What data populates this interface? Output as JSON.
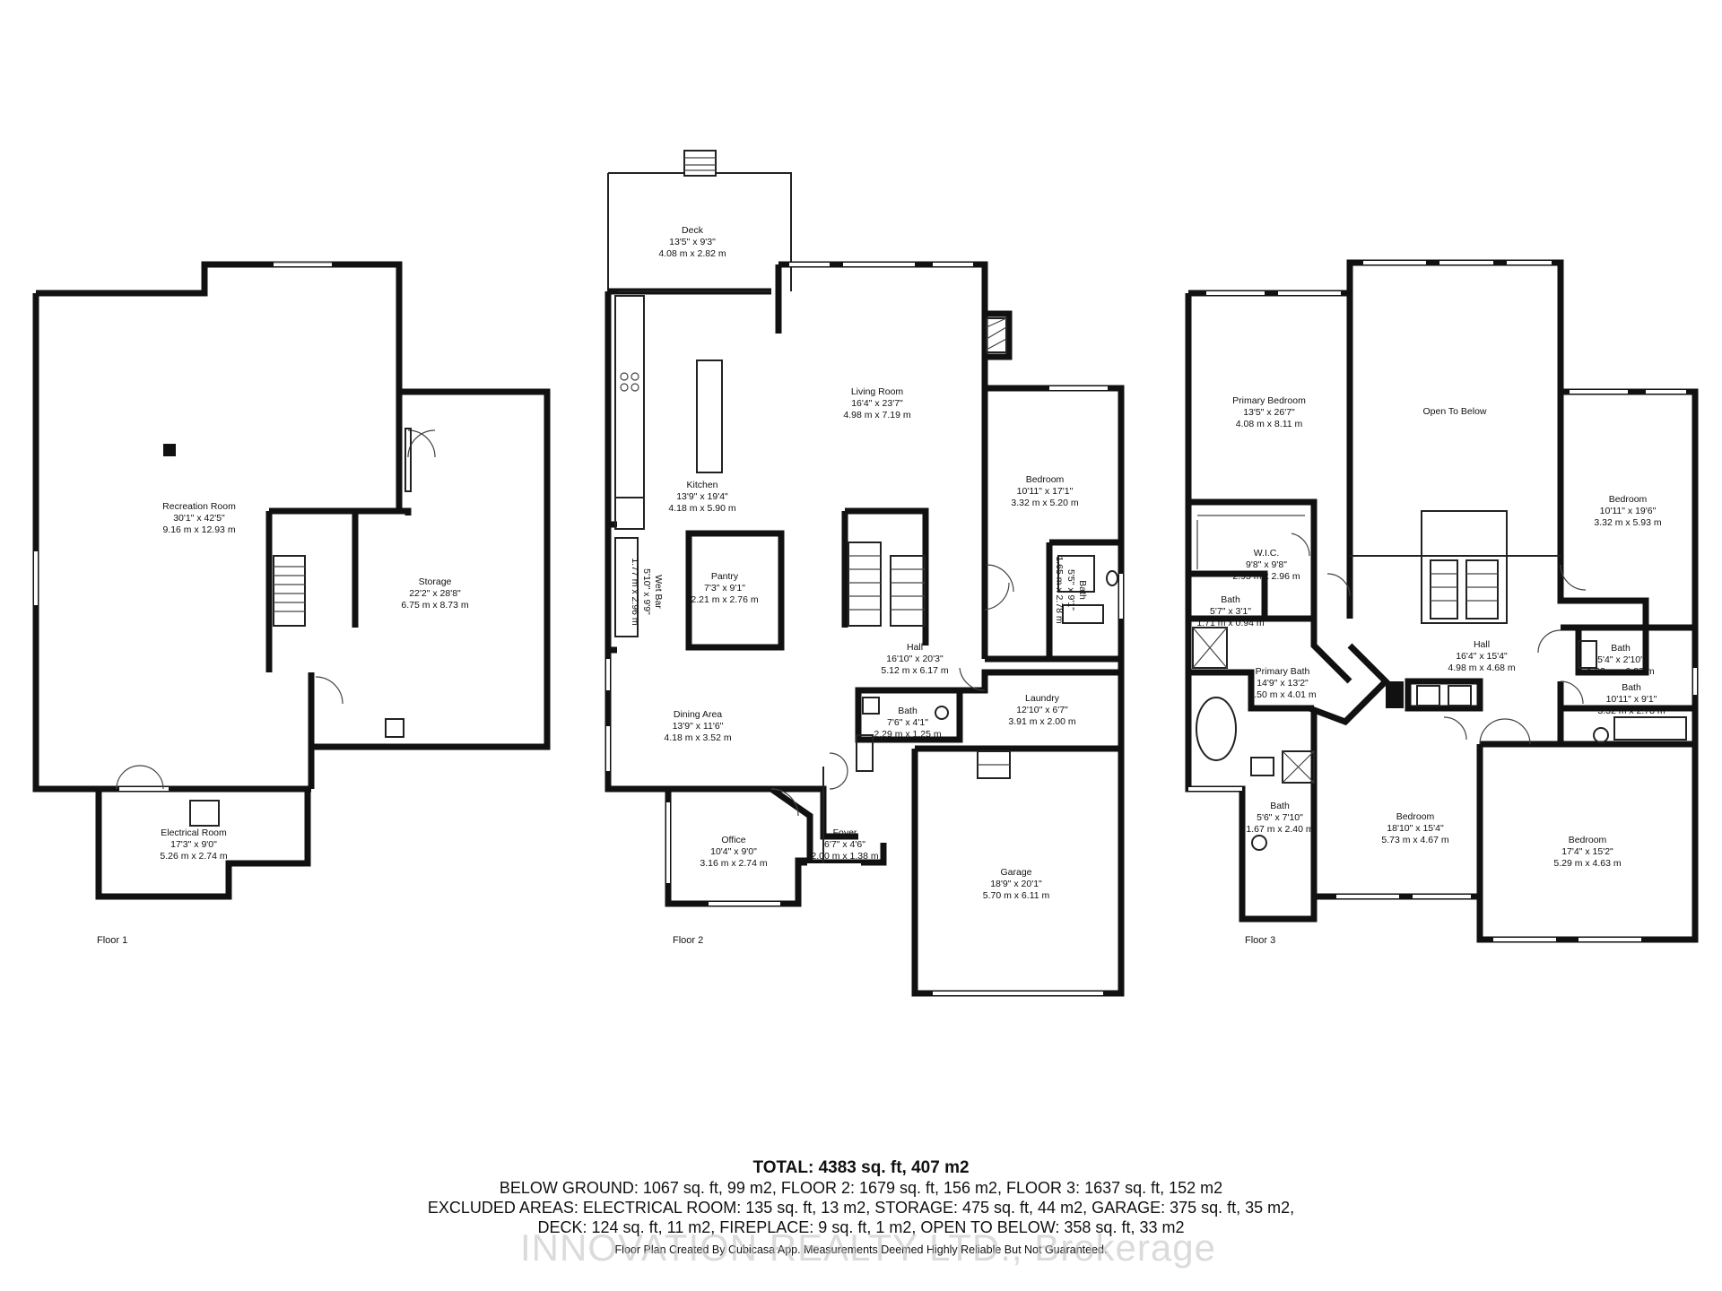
{
  "floors": [
    {
      "label": "Floor 1"
    },
    {
      "label": "Floor 2"
    },
    {
      "label": "Floor 3"
    }
  ],
  "rooms": [
    {
      "id": "recreation-room",
      "name": "Recreation Room",
      "imperial": "30'1\" x 42'5\"",
      "metric": "9.16 m x 12.93 m"
    },
    {
      "id": "storage",
      "name": "Storage",
      "imperial": "22'2\" x 28'8\"",
      "metric": "6.75 m x 8.73 m"
    },
    {
      "id": "electrical-room",
      "name": "Electrical Room",
      "imperial": "17'3\" x 9'0\"",
      "metric": "5.26 m x 2.74 m"
    },
    {
      "id": "deck",
      "name": "Deck",
      "imperial": "13'5\" x 9'3\"",
      "metric": "4.08 m x 2.82 m"
    },
    {
      "id": "living-room",
      "name": "Living Room",
      "imperial": "16'4\" x 23'7\"",
      "metric": "4.98 m x 7.19 m"
    },
    {
      "id": "kitchen",
      "name": "Kitchen",
      "imperial": "13'9\" x 19'4\"",
      "metric": "4.18 m x 5.90 m"
    },
    {
      "id": "pantry",
      "name": "Pantry",
      "imperial": "7'3\" x 9'1\"",
      "metric": "2.21 m x 2.76 m"
    },
    {
      "id": "wet-bar",
      "name": "Wet Bar",
      "imperial": "5'10\" x 9'9\"",
      "metric": "1.77 m x 2.96 m"
    },
    {
      "id": "bedroom-f2",
      "name": "Bedroom",
      "imperial": "10'11\" x 17'1\"",
      "metric": "3.32 m x 5.20 m"
    },
    {
      "id": "bath-f2-ensuite",
      "name": "Bath",
      "imperial": "5'5\" x 9'1\"",
      "metric": "1.65 m x 2.78 m"
    },
    {
      "id": "hall-f2",
      "name": "Hall",
      "imperial": "16'10\" x 20'3\"",
      "metric": "5.12 m x 6.17 m"
    },
    {
      "id": "bath-f2-powder",
      "name": "Bath",
      "imperial": "7'6\" x 4'1\"",
      "metric": "2.29 m x 1.25 m"
    },
    {
      "id": "laundry",
      "name": "Laundry",
      "imperial": "12'10\" x 6'7\"",
      "metric": "3.91 m x 2.00 m"
    },
    {
      "id": "dining-area",
      "name": "Dining Area",
      "imperial": "13'9\" x 11'6\"",
      "metric": "4.18 m x 3.52 m"
    },
    {
      "id": "office",
      "name": "Office",
      "imperial": "10'4\" x 9'0\"",
      "metric": "3.16 m x 2.74 m"
    },
    {
      "id": "foyer",
      "name": "Foyer",
      "imperial": "6'7\" x 4'6\"",
      "metric": "2.00 m x 1.38 m"
    },
    {
      "id": "garage",
      "name": "Garage",
      "imperial": "18'9\" x 20'1\"",
      "metric": "5.70 m x 6.11 m"
    },
    {
      "id": "primary-bedroom",
      "name": "Primary Bedroom",
      "imperial": "13'5\" x 26'7\"",
      "metric": "4.08 m x 8.11 m"
    },
    {
      "id": "open-to-below",
      "name": "Open To Below",
      "imperial": "",
      "metric": ""
    },
    {
      "id": "bedroom-f3-a",
      "name": "Bedroom",
      "imperial": "10'11\" x 19'6\"",
      "metric": "3.32 m x 5.93 m"
    },
    {
      "id": "wic",
      "name": "W.I.C.",
      "imperial": "9'8\" x 9'8\"",
      "metric": "2.95 m x 2.96 m"
    },
    {
      "id": "bath-f3-wc",
      "name": "Bath",
      "imperial": "5'7\" x 3'1\"",
      "metric": "1.71 m x 0.94 m"
    },
    {
      "id": "primary-bath",
      "name": "Primary Bath",
      "imperial": "14'9\" x 13'2\"",
      "metric": "4.50 m x 4.01 m"
    },
    {
      "id": "hall-f3",
      "name": "Hall",
      "imperial": "16'4\" x 15'4\"",
      "metric": "4.98 m x 4.68 m"
    },
    {
      "id": "bath-f3-small",
      "name": "Bath",
      "imperial": "5'4\" x 2'10\"",
      "metric": "1.63 m x 0.87 m"
    },
    {
      "id": "bath-f3-right",
      "name": "Bath",
      "imperial": "10'11\" x 9'1\"",
      "metric": "3.32 m x 2.78 m"
    },
    {
      "id": "bath-f3-left",
      "name": "Bath",
      "imperial": "5'6\" x 7'10\"",
      "metric": "1.67 m x 2.40 m"
    },
    {
      "id": "bedroom-f3-b",
      "name": "Bedroom",
      "imperial": "18'10\" x 15'4\"",
      "metric": "5.73 m x 4.67 m"
    },
    {
      "id": "bedroom-f3-c",
      "name": "Bedroom",
      "imperial": "17'4\" x 15'2\"",
      "metric": "5.29 m x 4.63 m"
    }
  ],
  "summary": {
    "total": "TOTAL: 4383 sq. ft, 407 m2",
    "line1": "BELOW GROUND: 1067 sq. ft, 99 m2, FLOOR 2: 1679 sq. ft, 156 m2, FLOOR 3: 1637 sq. ft, 152 m2",
    "line2": "EXCLUDED AREAS: ELECTRICAL ROOM: 135 sq. ft, 13 m2, STORAGE: 475 sq. ft, 44 m2, GARAGE: 375 sq. ft, 35 m2,",
    "line3": "DECK: 124 sq. ft, 11 m2, FIREPLACE: 9 sq. ft, 1 m2, OPEN TO BELOW: 358 sq. ft, 33 m2",
    "credit": "Floor Plan Created By Cubicasa App. Measurements Deemed Highly Reliable But Not Guaranteed."
  },
  "watermark": "INNOVATION REALTY LTD., Brokerage"
}
